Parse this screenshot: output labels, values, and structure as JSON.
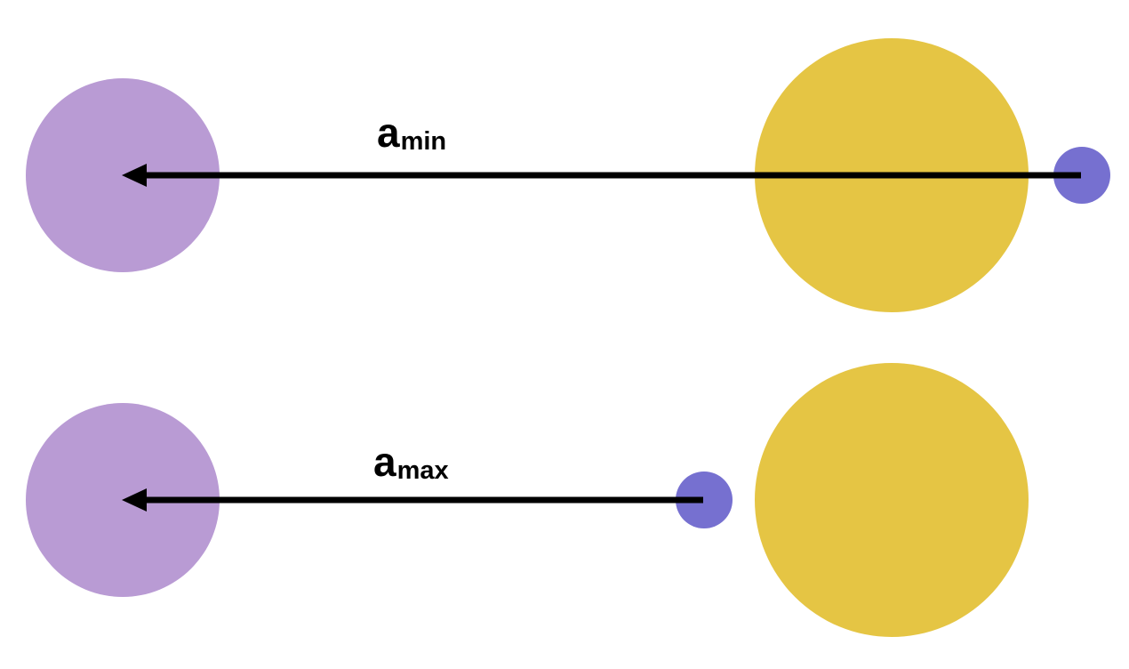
{
  "colors": {
    "observer_body": "#b99bd4",
    "star": "#e5c544",
    "planet": "#7670d0",
    "arrow": "#000000",
    "background": "#ffffff"
  },
  "panels": [
    {
      "id": "min",
      "label_base": "a",
      "label_sub": "min"
    },
    {
      "id": "max",
      "label_base": "a",
      "label_sub": "max"
    }
  ]
}
